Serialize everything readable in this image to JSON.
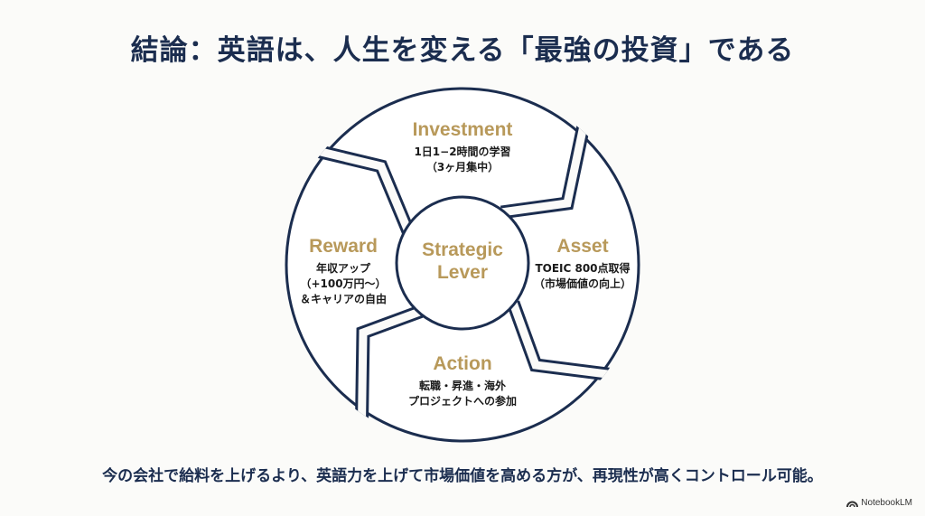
{
  "title": "結論：英語は、人生を変える「最強の投資」である",
  "center": {
    "line1": "Strategic",
    "line2": "Lever"
  },
  "segments": [
    {
      "heading": "Investment",
      "lines": [
        "1日1−2時間の学習",
        "（3ヶ月集中）"
      ]
    },
    {
      "heading": "Asset",
      "lines": [
        "TOEIC 800点取得",
        "（市場価値の向上）"
      ]
    },
    {
      "heading": "Action",
      "lines": [
        "転職・昇進・海外",
        "プロジェクトへの参加"
      ]
    },
    {
      "heading": "Reward",
      "lines": [
        "年収アップ",
        "（+100万円〜）",
        "＆キャリアの自由"
      ]
    }
  ],
  "footer": "今の会社で給料を上げるより、英語力を上げて市場価値を高める方が、再現性が高くコントロール可能。",
  "brand": {
    "name": "NotebookLM",
    "icon": "notebooklm-logo-icon"
  },
  "colors": {
    "navy": "#1b2d4f",
    "gold": "#b8995a"
  }
}
